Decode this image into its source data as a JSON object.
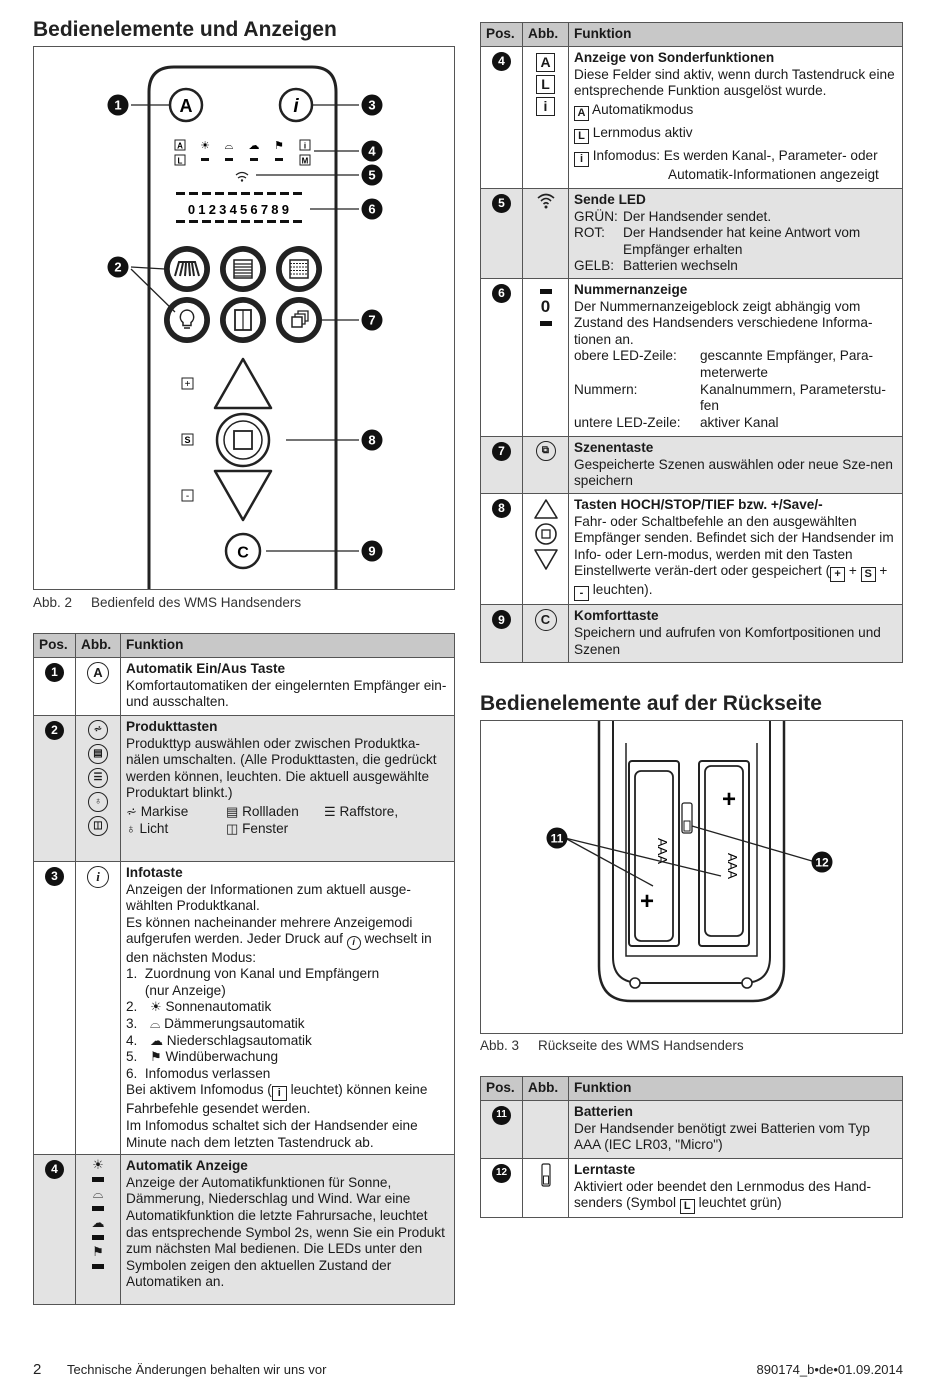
{
  "headings": {
    "left": "Bedienelemente und Anzeigen",
    "right": "Bedienelemente auf der Rückseite"
  },
  "fig2": {
    "num": "Abb. 2",
    "text": "Bedienfeld des WMS Handsenders",
    "callouts": [
      "1",
      "2",
      "3",
      "4",
      "5",
      "6",
      "7",
      "8",
      "9"
    ],
    "btn_a": "A",
    "btn_i": "i",
    "btn_c": "C",
    "led_top": [
      "A",
      "☀",
      "⌓",
      "☁",
      "⚑",
      "i"
    ],
    "led_bottom_l": "L",
    "led_bottom_m": "M",
    "digits": "0123456789",
    "side_plus": "+",
    "side_s": "S",
    "side_minus": "-"
  },
  "fig3": {
    "num": "Abb. 3",
    "text": "Rückseite des WMS Handsenders",
    "bat": "AAA",
    "callouts": [
      "11",
      "12"
    ]
  },
  "header": {
    "pos": "Pos.",
    "abb": "Abb.",
    "fun": "Funktion"
  },
  "t1": [
    {
      "pos": "1",
      "title": "Automatik Ein/Aus Taste",
      "text": "Komfortautomatiken der eingelernten Empfänger ein- und ausschalten."
    },
    {
      "pos": "2",
      "title": "Produkttasten",
      "text": "Produkttyp auswählen oder zwischen Produktka-nälen umschalten. (Alle Produkttasten, die gedrückt werden können, leuchten. Die aktuell ausgewählte Produktart blinkt.)",
      "l1": "Markise",
      "l2": "Rollladen",
      "l3": "Raffstore,",
      "l4": "Licht",
      "l5": "Fenster"
    },
    {
      "pos": "3",
      "title": "Infotaste",
      "text1": "Anzeigen der Informationen zum aktuell ausge-wählten Produktkanal.",
      "text2": "Es können nacheinander mehrere Anzeigemodi aufgerufen werden. Jeder Druck auf",
      "text2b": "wechselt in den nächsten Modus:",
      "items": [
        "1.  Zuordnung von Kanal und Empfängern",
        "     (nur Anzeige)",
        "2.",
        "3.",
        "4.",
        "5.",
        "6.  Infomodus verlassen"
      ],
      "i2": "Sonnenautomatik",
      "i3": "Dämmerungsautomatik",
      "i4": "Niederschlagsautomatik",
      "i5": "Windüberwachung",
      "text3a": "Bei aktivem Infomodus (",
      "text3b": "leuchtet) können keine Fahrbefehle gesendet werden.",
      "text4": "Im Infomodus schaltet sich der Handsender eine Minute nach dem letzten Tastendruck ab."
    },
    {
      "pos": "4",
      "title": "Automatik Anzeige",
      "text": "Anzeige der Automatikfunktionen für Sonne, Dämmerung, Niederschlag und Wind. War eine Automatikfunktion die letzte Fahrursache, leuchtet das entsprechende Symbol 2s, wenn Sie ein Produkt zum nächsten Mal bedienen. Die LEDs unter den Symbolen zeigen den aktuellen Zustand der Automatiken an."
    }
  ],
  "t2": [
    {
      "pos": "4",
      "title": "Anzeige von Sonderfunktionen",
      "text": "Diese Felder sind aktiv, wenn durch Tastendruck eine entsprechende Funktion ausgelöst wurde.",
      "a": "Automatikmodus",
      "l": "Lernmodus aktiv",
      "i": "Infomodus: Es werden Kanal-, Parameter- oder",
      "i2": "Automatik-Informationen angezeigt"
    },
    {
      "pos": "5",
      "title": "Sende LED",
      "r1k": "GRÜN:",
      "r1": "Der Handsender sendet.",
      "r2k": "ROT:",
      "r2": "Der Handsender hat keine Antwort vom Empfänger erhalten",
      "r3k": "GELB:",
      "r3": "Batterien wechseln"
    },
    {
      "pos": "6",
      "abb": "0",
      "title": "Nummernanzeige",
      "text": "Der Nummernanzeigeblock zeigt abhängig vom Zustand des Handsenders verschiedene Informa-tionen an.",
      "k1": "obere LED-Zeile:",
      "v1": "gescannte Empfänger, Para-meterwerte",
      "k2": "Nummern:",
      "v2": "Kanalnummern, Parameterstu-fen",
      "k3": "untere LED-Zeile:",
      "v3": "aktiver Kanal"
    },
    {
      "pos": "7",
      "title": "Szenentaste",
      "text": "Gespeicherte Szenen auswählen oder neue Sze-nen speichern"
    },
    {
      "pos": "8",
      "title": "Tasten HOCH/STOP/TIEF bzw. +/Save/-",
      "text": "Fahr- oder Schaltbefehle an den ausgewählten Empfänger senden. Befindet sich der Handsender im Info- oder Lern-modus, werden mit den Tasten Einstellwerte verän-dert oder gespeichert (",
      "text_end": "leuchten)."
    },
    {
      "pos": "9",
      "title": "Komforttaste",
      "text": "Speichern und aufrufen von Komfortpositionen und Szenen"
    }
  ],
  "t3": [
    {
      "pos": "11",
      "title": "Batterien",
      "text": "Der Handsender benötigt zwei Batterien vom Typ AAA (IEC LR03, \"Micro\")"
    },
    {
      "pos": "12",
      "title": "Lerntaste",
      "text": "Aktiviert oder beendet den Lernmodus des Hand-senders (Symbol",
      "text_end": "leuchtet grün)"
    }
  ],
  "footer": {
    "page": "2",
    "left": "Technische Änderungen behalten wir uns vor",
    "right": "890174_b•de•01.09.2014"
  }
}
